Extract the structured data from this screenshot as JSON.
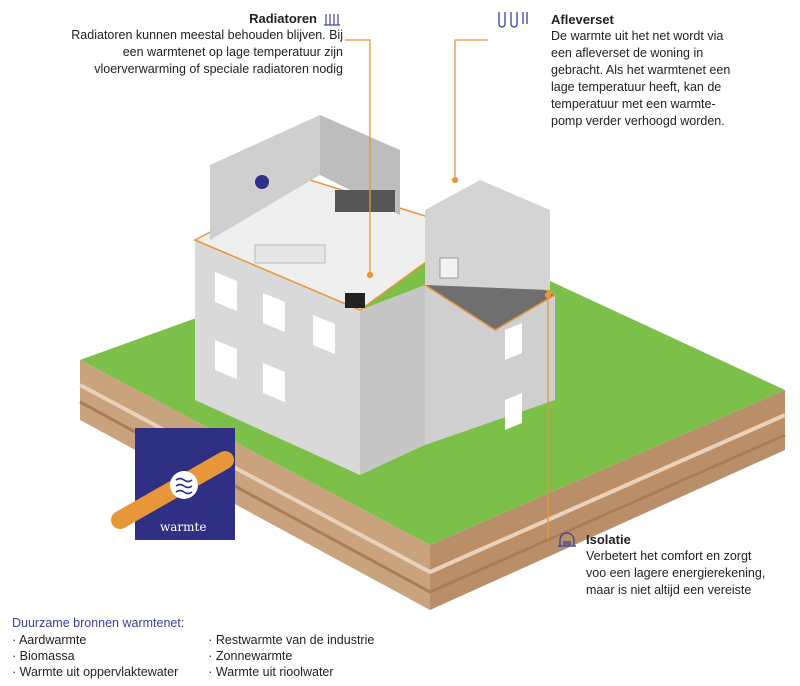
{
  "radiatoren": {
    "title": "Radiatoren",
    "icon": "radiator-icon",
    "text_lines": [
      "Radiatoren kunnen meestal behouden blijven. Bij",
      "een warmtenet op lage  temperatuur zijn",
      "vloerverwarming of speciale radiatoren nodig"
    ]
  },
  "afleverset": {
    "title": "Afleverset",
    "icon": "heat-exchanger-icon",
    "text_lines": [
      "De warmte uit het net wordt via",
      "een afleverset de woning in",
      "gebracht. Als het warmtenet een",
      "lage temperatuur heeft, kan de",
      "temperatuur met een warmte-",
      "pomp verder verhoogd worden."
    ]
  },
  "isolatie": {
    "title": "Isolatie",
    "icon": "insulation-icon",
    "text_lines": [
      "Verbetert het comfort en zorgt",
      "voo een lagere energierekening,",
      "maar  is niet altijd een vereiste"
    ]
  },
  "pipe": {
    "label": "warmte",
    "icon": "heat-waves-icon"
  },
  "sources": {
    "heading": "Duurzame  bronnen warmtenet:",
    "left": [
      "Aardwarmte",
      "Biomassa",
      "Warmte uit oppervlaktewater"
    ],
    "right": [
      "Restwarmte van de industrie",
      "Zonnewarmte",
      "Warmte uit rioolwater"
    ]
  },
  "colors": {
    "accent_orange": "#e8963a",
    "navy": "#2f2f83",
    "grass": "#7cc04a",
    "soil": "#c9a27e",
    "wall": "#d9d9d9",
    "heading_blue": "#3b3f9a"
  }
}
